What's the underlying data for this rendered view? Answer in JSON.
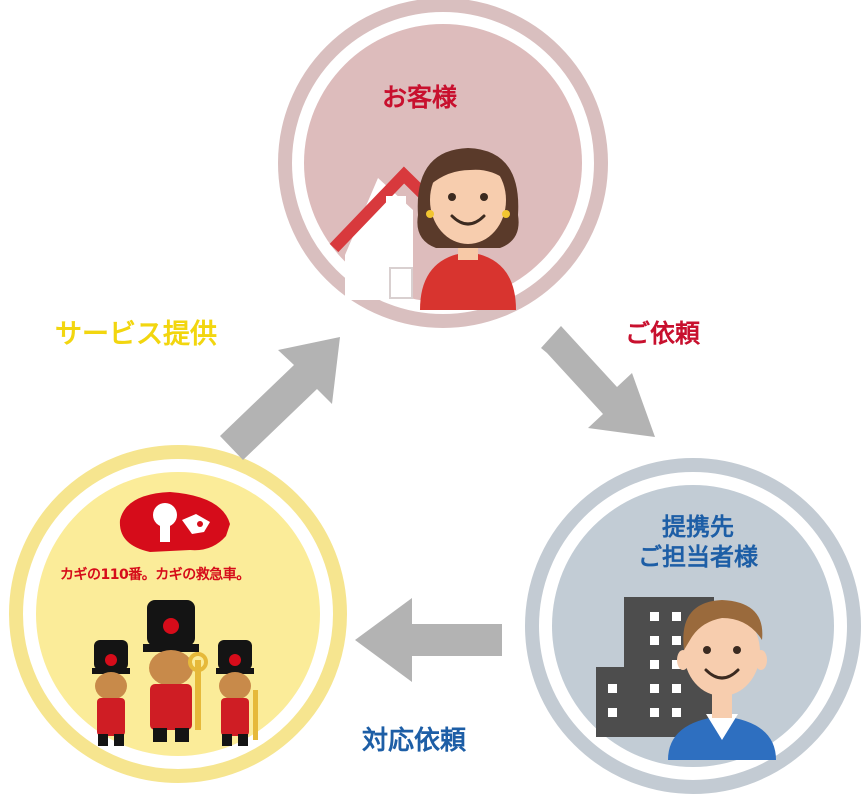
{
  "colors": {
    "customer_ring": "#d9bfbf",
    "customer_fill": "#ddbcbc",
    "partner_ring": "#c3cbd3",
    "partner_fill": "#c2ccd5",
    "company_ring": "#f6e58f",
    "company_fill": "#fbec99",
    "arrow": "#b3b3b3",
    "red_text": "#c8102e",
    "yellow_text": "#f2d60f",
    "blue_text": "#1d5ea6"
  },
  "nodes": {
    "customer": {
      "label": "お客様",
      "icon": "house-woman-icon"
    },
    "partner": {
      "label_line1": "提携先",
      "label_line2": "ご担当者様",
      "icon": "building-man-icon"
    },
    "company": {
      "brand": "カギの110番。カギの救急車。",
      "icon": "key-logo-mascots-icon"
    }
  },
  "edges": {
    "request": "ご依頼",
    "service": "サービス提供",
    "dispatch": "対応依頼"
  }
}
